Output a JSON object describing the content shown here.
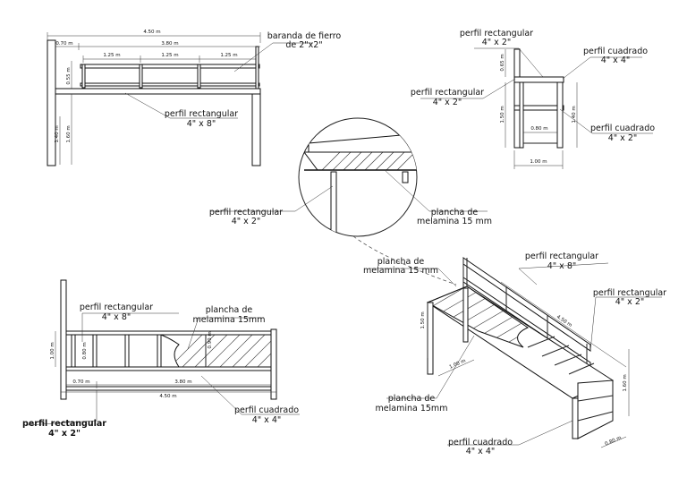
{
  "front_view": {
    "overall_width": "4.50 m",
    "left_offset": "0.70 m",
    "span": "3.80 m",
    "bay_1": "1.25 m",
    "bay_2": "1.25 m",
    "bay_3": "1.25 m",
    "rail_height": "0.55 m",
    "leg_height_1": "1.40 m",
    "leg_height_2": "1.60 m",
    "railing_label_1": "baranda de fierro",
    "railing_label_2": "de 2\"x2\"",
    "profile_label_1": "perfil rectangular",
    "profile_label_2": "4\" x 8\""
  },
  "side_view": {
    "top_label_1": "perfil rectangular",
    "top_label_2": "4\" x 2\"",
    "square_label_1": "perfil cuadrado",
    "square_label_2": "4\" x 4\"",
    "mid_label_1": "perfil rectangular",
    "mid_label_2": "4\" x 2\"",
    "square2_label_1": "perfil cuadrado",
    "square2_label_2": "4\" x 2\"",
    "dim_back": "0.65 m",
    "dim_height": "1.50 m",
    "dim_right": "1.40 m",
    "dim_inner": "0.80 m",
    "dim_base": "1.00 m"
  },
  "detail": {
    "profile_label_1": "perfil rectangular",
    "profile_label_2": "4\" x 2\"",
    "plate_label_1": "plancha de",
    "plate_label_2": "melamina 15 mm"
  },
  "plan_view": {
    "profile_label_1": "perfil rectangular",
    "profile_label_2": "4\" x 8\"",
    "plate_label_1": "plancha de",
    "plate_label_2": "melamina 15mm",
    "dim_depth": "1.00 m",
    "dim_inner": "0.80 m",
    "dim_plate": "0.90 m",
    "dim_left": "0.70 m",
    "dim_span": "3.80 m",
    "dim_total": "4.50 m",
    "bottom_label_1": "perfil rectangular",
    "bottom_label_2": "4\" x 2\"",
    "square_label_1": "perfil cuadrado",
    "square_label_2": "4\" x 4\""
  },
  "iso_view": {
    "plate_top_1": "plancha de",
    "plate_top_2": "melamina 15 mm",
    "profile_top_1": "perfil rectangular",
    "profile_top_2": "4\" x 8\"",
    "profile_right_1": "perfil rectangular",
    "profile_right_2": "4\" x 2\"",
    "plate_bottom_1": "plancha de",
    "plate_bottom_2": "melamina 15mm",
    "square_1": "perfil cuadrado",
    "square_2": "4\" x 4\"",
    "dim_length": "4.50 m",
    "dim_height": "1.50 m",
    "dim_depth": "1.00 m",
    "dim_total_h": "1.60 m",
    "dim_width": "0.80 m"
  }
}
